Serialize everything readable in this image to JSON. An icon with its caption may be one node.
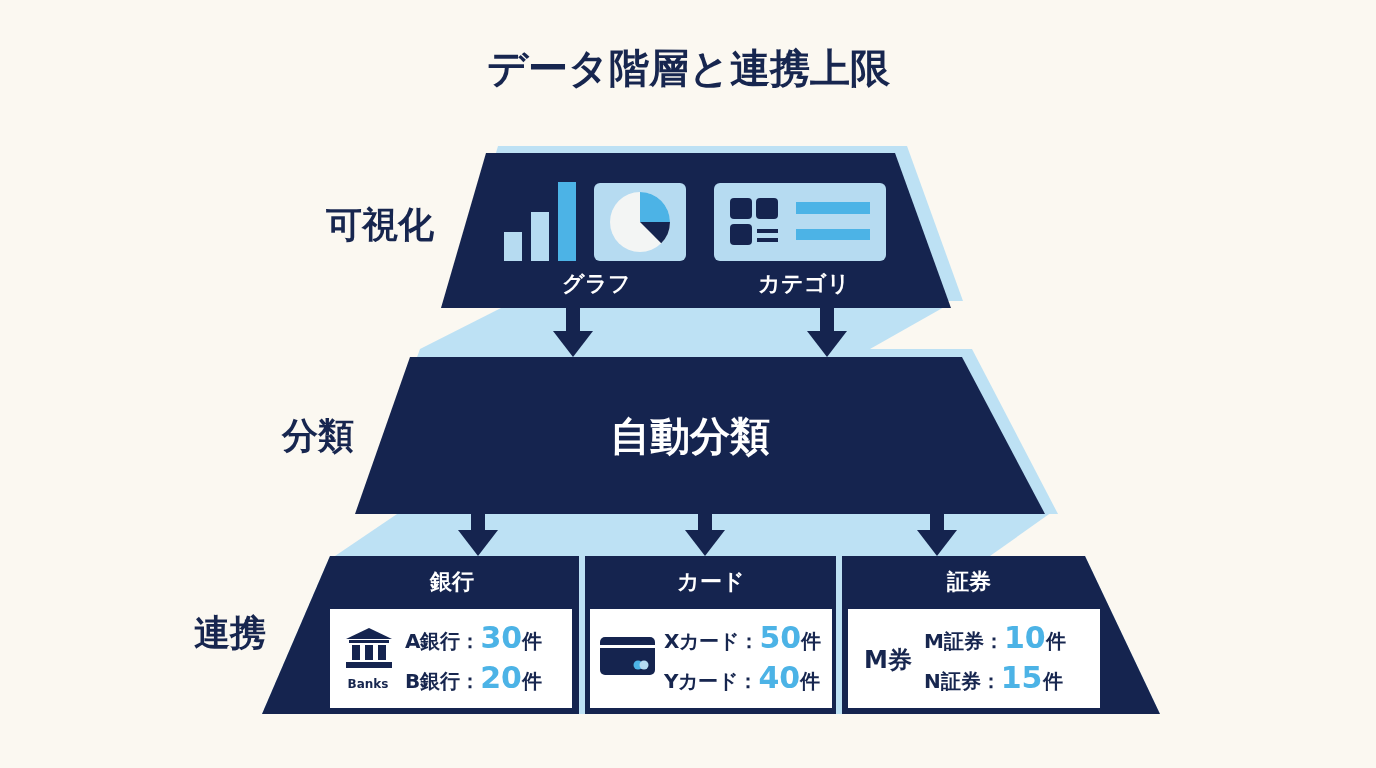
{
  "diagram": {
    "title": "データ階層と連携上限",
    "nodes": [
      {
        "text": [
          "グラフ",
          "カテゴリ"
        ],
        "beside": [
          "可視化"
        ]
      },
      {
        "text": [
          "自動分類"
        ],
        "beside": [
          "分類"
        ]
      },
      {
        "text": [],
        "shape": "trapezoid",
        "beside": [
          "連携"
        ]
      },
      {
        "text": [
          "銀行"
        ],
        "in": 2
      },
      {
        "text": [
          "Banks",
          "A銀行：30件",
          "B銀行：20件"
        ],
        "in": 3
      },
      {
        "text": [
          "カード"
        ],
        "in": 2
      },
      {
        "text": [
          "Xカード：50件",
          "Yカード：40件"
        ],
        "in": 5
      },
      {
        "text": [
          "証券"
        ],
        "in": 2
      },
      {
        "text": [
          "M券",
          "M証券：10件",
          "N証券：15件"
        ],
        "in": 7
      }
    ],
    "edges": [
      {
        "from": 0,
        "to": 1,
        "arrow": "to"
      },
      {
        "from": 0,
        "to": 1,
        "arrow": "to"
      },
      {
        "from": 1,
        "to": 3,
        "arrow": "to"
      },
      {
        "from": 1,
        "to": 5,
        "arrow": "to"
      },
      {
        "from": 1,
        "to": 7,
        "arrow": "to"
      }
    ]
  }
}
